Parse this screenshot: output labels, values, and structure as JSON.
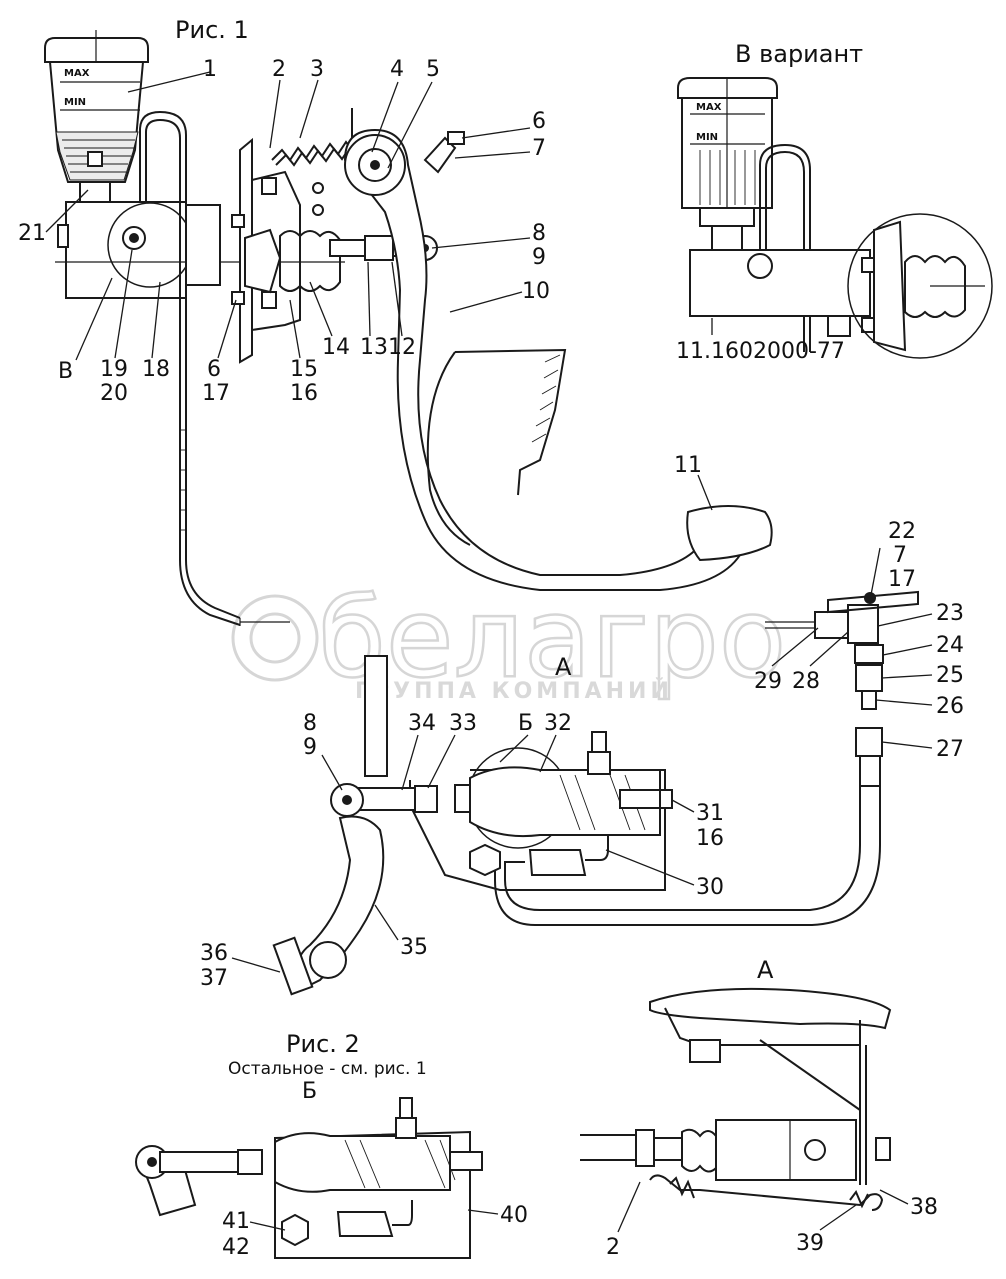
{
  "figure1": {
    "title": "Рис. 1"
  },
  "variant": {
    "title": "В вариант",
    "part_number": "11.1602000-77"
  },
  "reservoir": {
    "max_label": "MAX",
    "min_label": "MIN"
  },
  "figure2": {
    "title": "Рис. 2",
    "note": "Остальное - см. рис. 1"
  },
  "views": {
    "a": "А",
    "b": "Б",
    "a_detail": "А",
    "b_detail": "Б",
    "v": "В"
  },
  "watermark": {
    "brand": "белагро",
    "tagline": "ГРУППА КОМПАНИЙ"
  },
  "callouts_fig1": [
    {
      "id": "c1",
      "text": "1"
    },
    {
      "id": "c2",
      "text": "2"
    },
    {
      "id": "c3",
      "text": "3"
    },
    {
      "id": "c4",
      "text": "4"
    },
    {
      "id": "c5",
      "text": "5"
    },
    {
      "id": "c6a",
      "text": "6"
    },
    {
      "id": "c7a",
      "text": "7"
    },
    {
      "id": "c8a",
      "text": "8"
    },
    {
      "id": "c9a",
      "text": "9"
    },
    {
      "id": "c10",
      "text": "10"
    },
    {
      "id": "c11",
      "text": "11"
    },
    {
      "id": "c21",
      "text": "21"
    },
    {
      "id": "c19",
      "text": "19"
    },
    {
      "id": "c20",
      "text": "20"
    },
    {
      "id": "c18",
      "text": "18"
    },
    {
      "id": "c6b",
      "text": "6"
    },
    {
      "id": "c17a",
      "text": "17"
    },
    {
      "id": "c15",
      "text": "15"
    },
    {
      "id": "c16a",
      "text": "16"
    },
    {
      "id": "c14",
      "text": "14"
    },
    {
      "id": "c13",
      "text": "13"
    },
    {
      "id": "c12",
      "text": "12"
    }
  ],
  "callouts_lower": [
    {
      "id": "c22",
      "text": "22"
    },
    {
      "id": "c7b",
      "text": "7"
    },
    {
      "id": "c17b",
      "text": "17"
    },
    {
      "id": "c23",
      "text": "23"
    },
    {
      "id": "c24",
      "text": "24"
    },
    {
      "id": "c25",
      "text": "25"
    },
    {
      "id": "c26",
      "text": "26"
    },
    {
      "id": "c27",
      "text": "27"
    },
    {
      "id": "c29",
      "text": "29"
    },
    {
      "id": "c28",
      "text": "28"
    },
    {
      "id": "c8b",
      "text": "8"
    },
    {
      "id": "c9b",
      "text": "9"
    },
    {
      "id": "c34",
      "text": "34"
    },
    {
      "id": "c33",
      "text": "33"
    },
    {
      "id": "c32",
      "text": "32"
    },
    {
      "id": "c31",
      "text": "31"
    },
    {
      "id": "c16b",
      "text": "16"
    },
    {
      "id": "c30",
      "text": "30"
    },
    {
      "id": "c35",
      "text": "35"
    },
    {
      "id": "c36",
      "text": "36"
    },
    {
      "id": "c37",
      "text": "37"
    }
  ],
  "callouts_fig2": [
    {
      "id": "c41",
      "text": "41"
    },
    {
      "id": "c42",
      "text": "42"
    },
    {
      "id": "c40",
      "text": "40"
    },
    {
      "id": "c2b",
      "text": "2"
    },
    {
      "id": "c39",
      "text": "39"
    },
    {
      "id": "c38",
      "text": "38"
    }
  ]
}
